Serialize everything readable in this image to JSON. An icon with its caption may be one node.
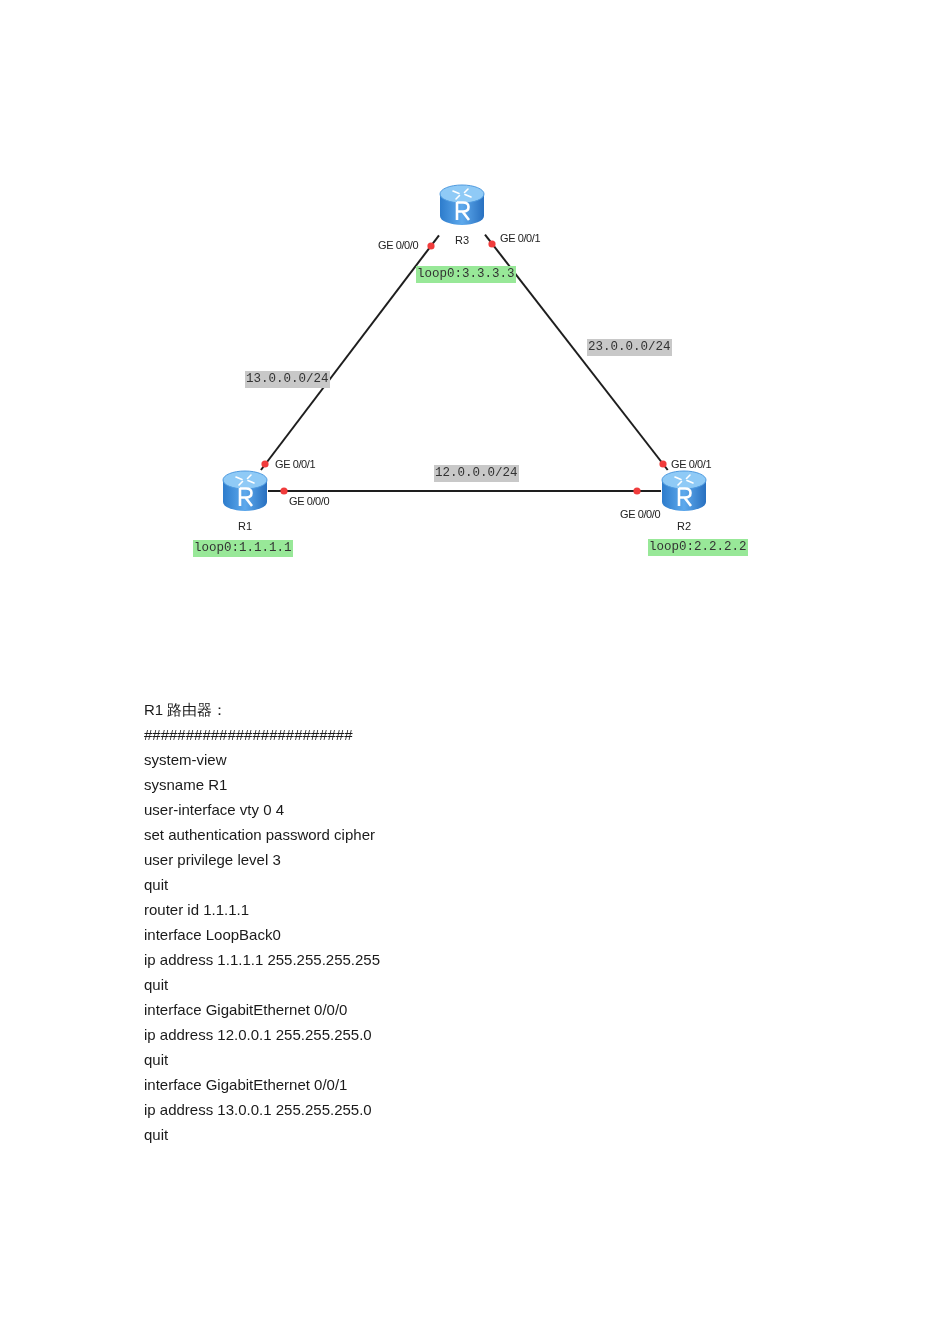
{
  "diagram": {
    "nodes": [
      {
        "text": [
          "R3"
        ],
        "beside": [
          "GE 0/0/0",
          "GE 0/0/1",
          "loop0:3.3.3.3"
        ]
      },
      {
        "text": [
          "R1"
        ],
        "beside": [
          "GE 0/0/1",
          "GE 0/0/0",
          "loop0:1.1.1.1"
        ]
      },
      {
        "text": [
          "R2"
        ],
        "beside": [
          "GE 0/0/1",
          "GE 0/0/0",
          "loop0:2.2.2.2"
        ]
      }
    ],
    "edges": [
      {
        "from": 0,
        "to": 1,
        "arrow": "none",
        "label": "13.0.0.0/24"
      },
      {
        "from": 0,
        "to": 2,
        "arrow": "none",
        "label": "23.0.0.0/24"
      },
      {
        "from": 1,
        "to": 2,
        "arrow": "none",
        "label": "12.0.0.0/24"
      }
    ],
    "labels": [
      "R1 路由器：",
      "#########################",
      "system-view",
      "sysname R1",
      "user-interface vty 0 4",
      "set authentication password cipher",
      "user privilege level 3",
      "quit",
      "router id 1.1.1.1",
      "interface LoopBack0",
      "ip address 1.1.1.1 255.255.255.255",
      "quit",
      "interface GigabitEthernet 0/0/0",
      "ip address 12.0.0.1 255.255.255.0",
      "quit",
      "interface GigabitEthernet 0/0/1",
      "ip address 13.0.0.1 255.255.255.0",
      "quit"
    ]
  }
}
